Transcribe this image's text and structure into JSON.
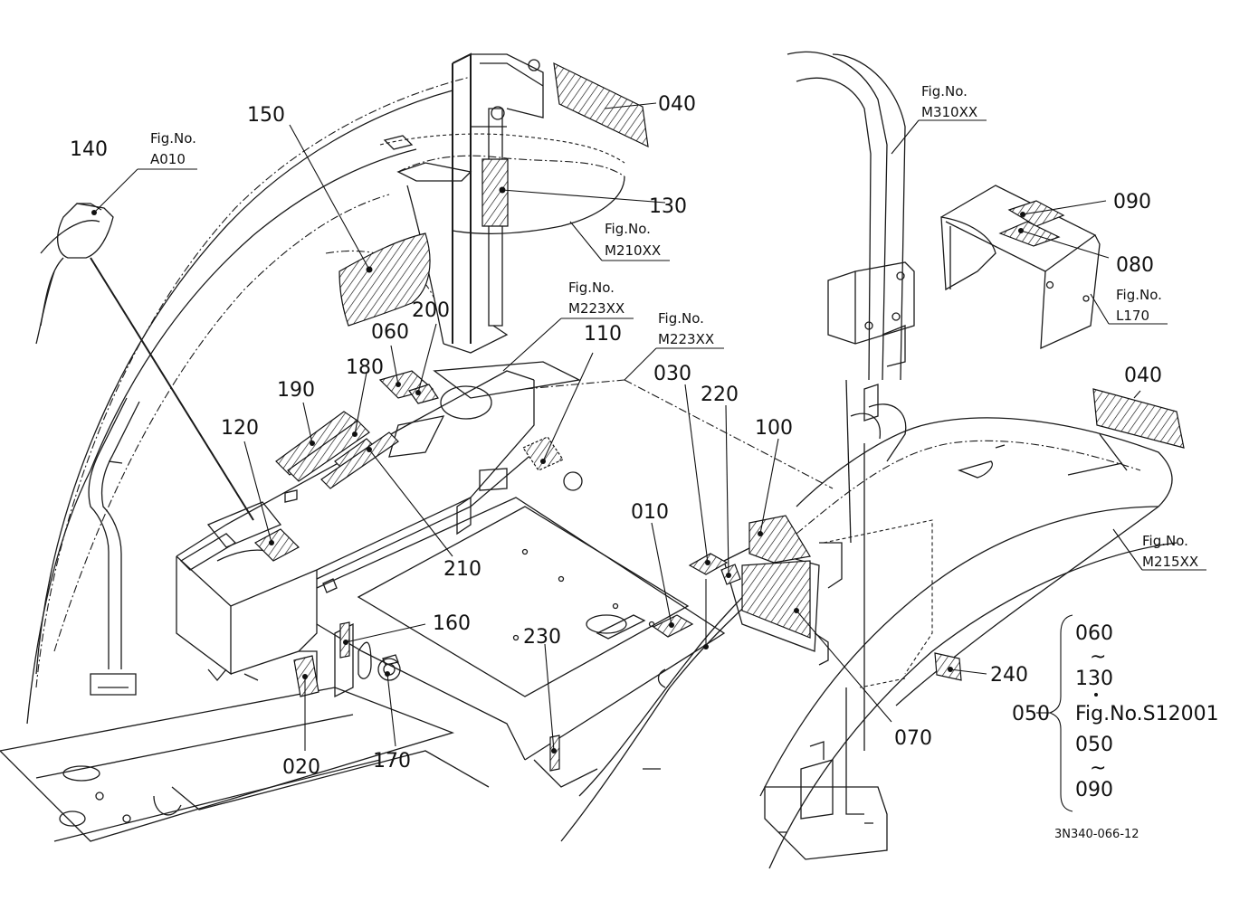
{
  "diagram": {
    "code": "3N340-066-12",
    "part_labels": [
      {
        "id": "040",
        "text": "040"
      },
      {
        "id": "040b",
        "text": "040"
      },
      {
        "id": "130",
        "text": "130"
      },
      {
        "id": "150",
        "text": "150"
      },
      {
        "id": "140",
        "text": "140"
      },
      {
        "id": "090",
        "text": "090"
      },
      {
        "id": "080",
        "text": "080"
      },
      {
        "id": "200",
        "text": "200"
      },
      {
        "id": "060",
        "text": "060"
      },
      {
        "id": "110",
        "text": "110"
      },
      {
        "id": "180",
        "text": "180"
      },
      {
        "id": "190",
        "text": "190"
      },
      {
        "id": "120",
        "text": "120"
      },
      {
        "id": "210",
        "text": "210"
      },
      {
        "id": "030",
        "text": "030"
      },
      {
        "id": "220",
        "text": "220"
      },
      {
        "id": "100",
        "text": "100"
      },
      {
        "id": "010",
        "text": "010"
      },
      {
        "id": "160",
        "text": "160"
      },
      {
        "id": "230",
        "text": "230"
      },
      {
        "id": "240",
        "text": "240"
      },
      {
        "id": "070",
        "text": "070"
      },
      {
        "id": "020",
        "text": "020"
      },
      {
        "id": "170",
        "text": "170"
      }
    ],
    "fig_refs": [
      {
        "id": "a010",
        "prefix": "Fig.No.",
        "ref": "A010"
      },
      {
        "id": "m310",
        "prefix": "Fig.No.",
        "ref": "M310XX"
      },
      {
        "id": "m210",
        "prefix": "Fig.No.",
        "ref": "M210XX"
      },
      {
        "id": "m223a",
        "prefix": "Fig.No.",
        "ref": "M223XX"
      },
      {
        "id": "m223b",
        "prefix": "Fig.No.",
        "ref": "M223XX"
      },
      {
        "id": "l170",
        "prefix": "Fig.No.",
        "ref": "L170"
      },
      {
        "id": "m215",
        "prefix": "Fig.No.",
        "ref": "M215XX"
      }
    ],
    "group": {
      "label": "050",
      "range1_start": "060",
      "range1_end": "130",
      "fig_text": "Fig.No.S12001",
      "range2_start": "050",
      "range2_end": "090",
      "tilde": "~"
    }
  }
}
